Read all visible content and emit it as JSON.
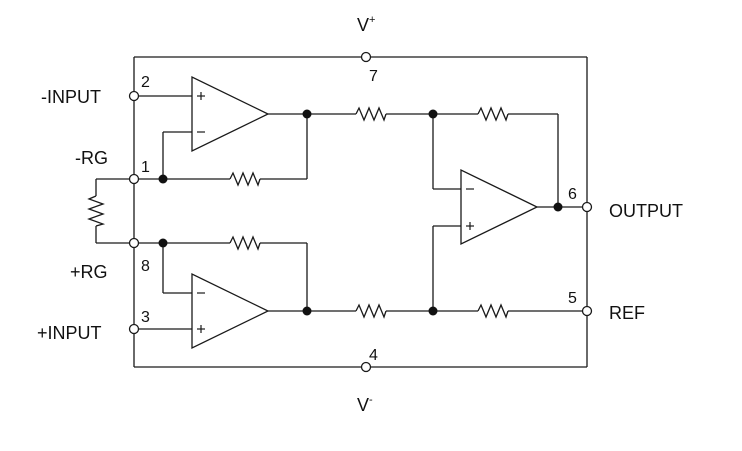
{
  "diagram": {
    "supplies": {
      "positive": "V",
      "positive_sup": "+",
      "negative": "V",
      "negative_sup": "-"
    },
    "signals": {
      "minus_input": "-INPUT",
      "minus_rg": "-RG",
      "plus_rg": "+RG",
      "plus_input": "+INPUT",
      "output": "OUTPUT",
      "ref": "REF"
    },
    "pins": {
      "minus_input": "2",
      "minus_rg": "1",
      "plus_rg": "8",
      "plus_input": "3",
      "v_plus": "7",
      "v_minus": "4",
      "output": "6",
      "ref": "5"
    }
  }
}
